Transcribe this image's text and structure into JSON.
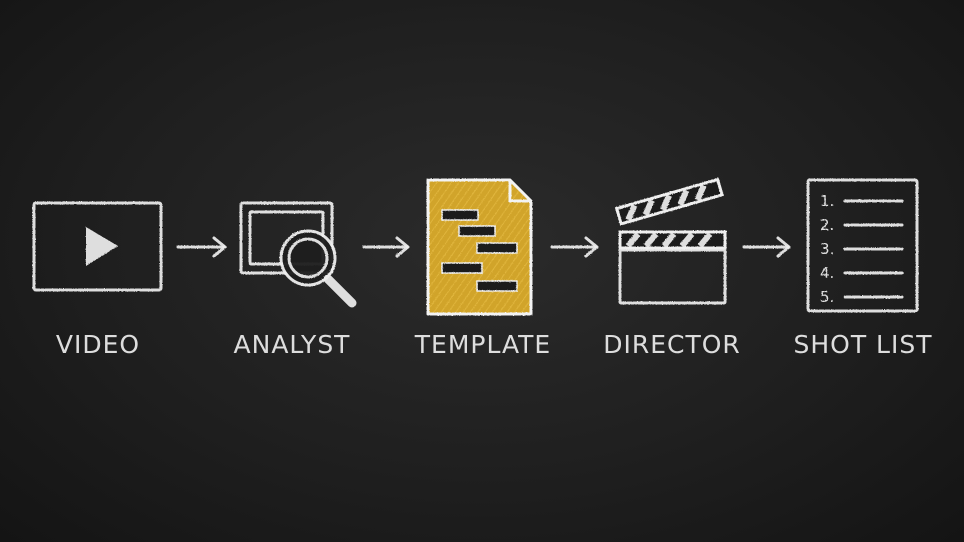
{
  "colors": {
    "background": "#1f1f1f",
    "chalk": "#efefef",
    "highlight": "#d4a72c"
  },
  "steps": [
    {
      "label": "VIDEO",
      "icon": "video-player-icon"
    },
    {
      "label": "ANALYST",
      "icon": "magnifier-icon"
    },
    {
      "label": "TEMPLATE",
      "icon": "template-document-icon",
      "highlighted": true
    },
    {
      "label": "DIRECTOR",
      "icon": "clapperboard-icon"
    },
    {
      "label": "SHOT LIST",
      "icon": "numbered-list-icon"
    }
  ],
  "shot_list_numbers": [
    "1.",
    "2.",
    "3.",
    "4.",
    "5."
  ]
}
